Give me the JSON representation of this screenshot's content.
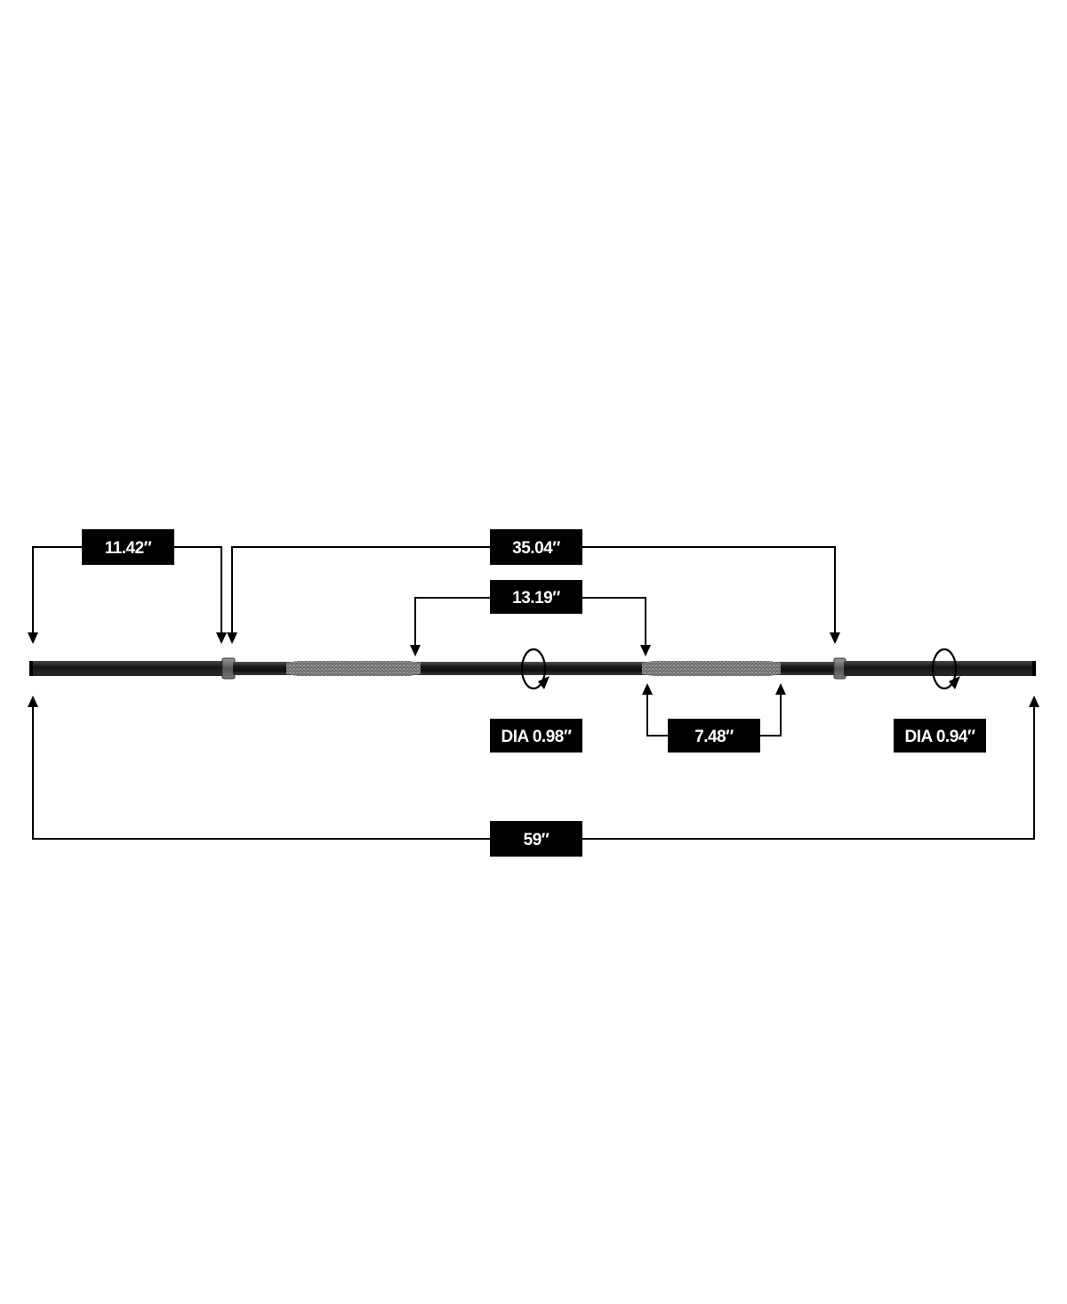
{
  "diagram": {
    "labels": {
      "sleeve_left": "11.42″",
      "collar_to_collar": "35.04″",
      "knurl_spacing": "13.19″",
      "center_knurl": "7.48″",
      "shaft_diameter": "DIA 0.98″",
      "sleeve_diameter": "DIA 0.94″",
      "overall_length": "59″"
    },
    "colors": {
      "background": "#ffffff",
      "ink": "#000000",
      "label_text": "#ffffff",
      "bar_dark": "#1a1a1a",
      "knurl": "#8a8a8a"
    }
  }
}
